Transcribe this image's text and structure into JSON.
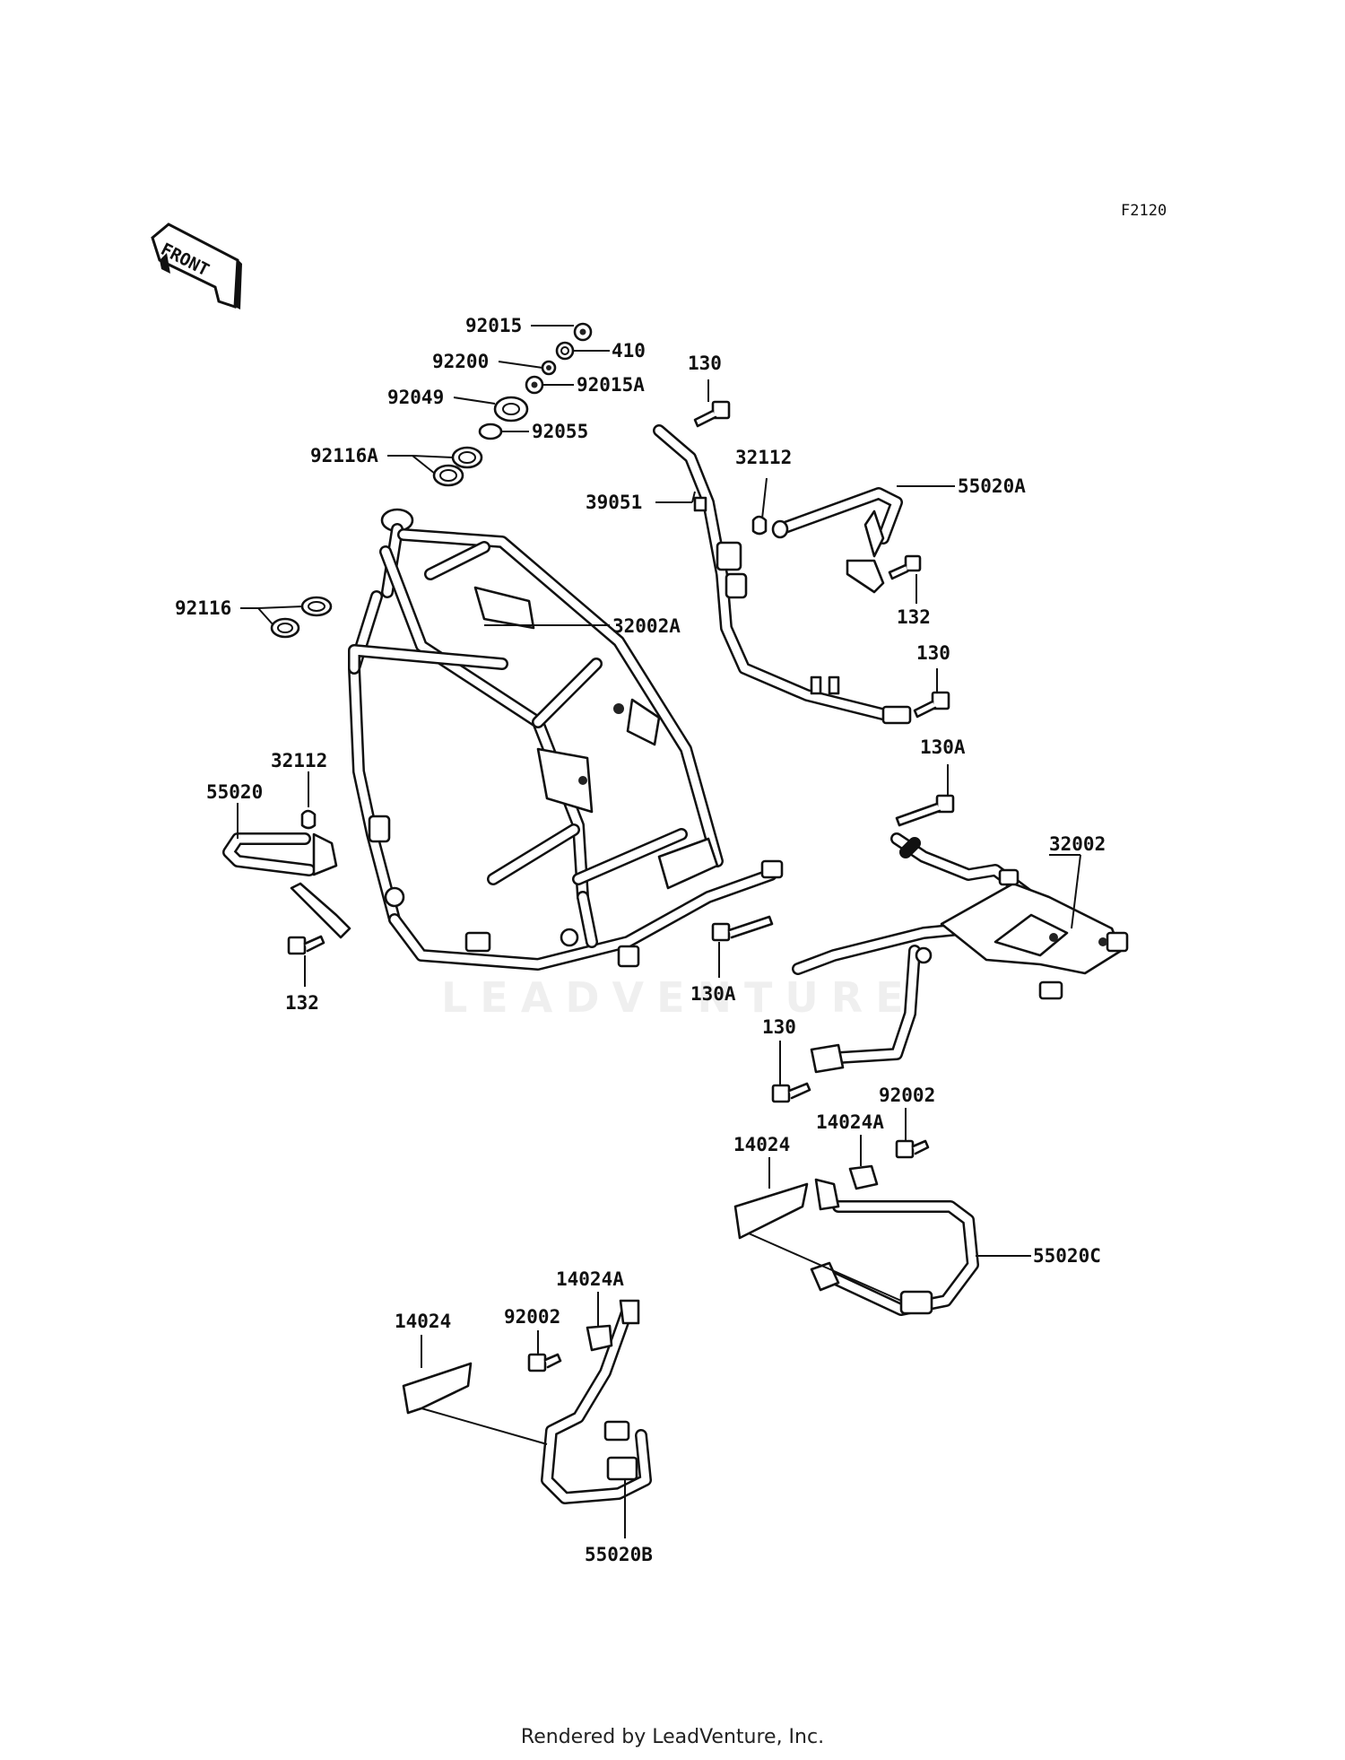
{
  "diagram": {
    "code": "F2120",
    "front_arrow_label": "FRONT",
    "watermark": "LEADVENTURE",
    "labels": [
      "92015",
      "410",
      "92200",
      "92015A",
      "92049",
      "92055",
      "92116A",
      "130",
      "32112",
      "55020A",
      "39051",
      "132",
      "130",
      "32002A",
      "92116",
      "130A",
      "32112",
      "55020",
      "32002",
      "132",
      "130A",
      "130",
      "92002",
      "14024A",
      "14024",
      "55020C",
      "14024A",
      "14024",
      "92002",
      "55020B"
    ]
  },
  "footer": {
    "text": "Rendered by LeadVenture, Inc."
  }
}
